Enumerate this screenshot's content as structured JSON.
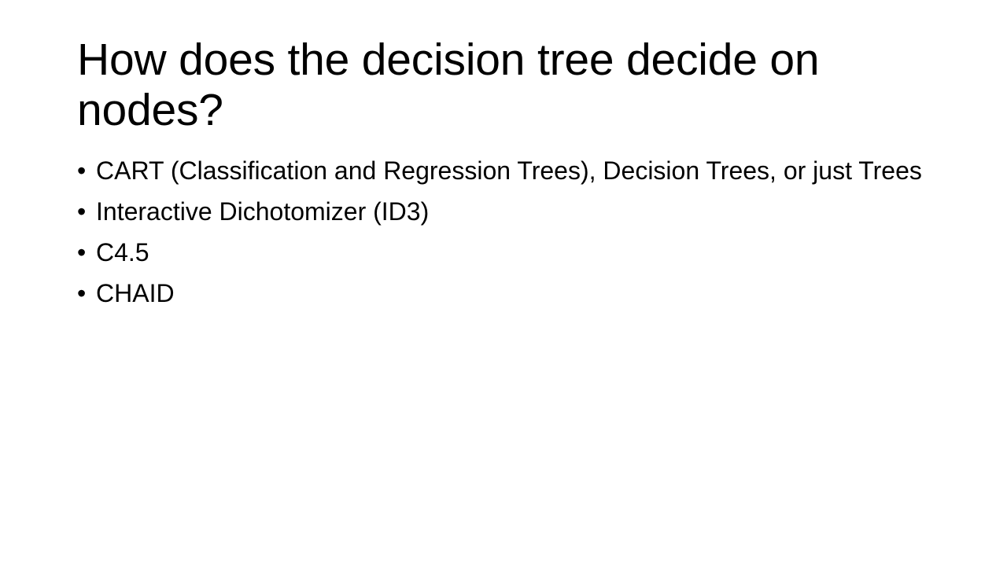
{
  "slide": {
    "title": "How does the decision tree decide on nodes?",
    "bullet_symbol": "•",
    "bullets": [
      "CART (Classification and Regression Trees), Decision Trees, or just Trees",
      "Interactive Dichotomizer (ID3)",
      "C4.5",
      "CHAID"
    ]
  }
}
